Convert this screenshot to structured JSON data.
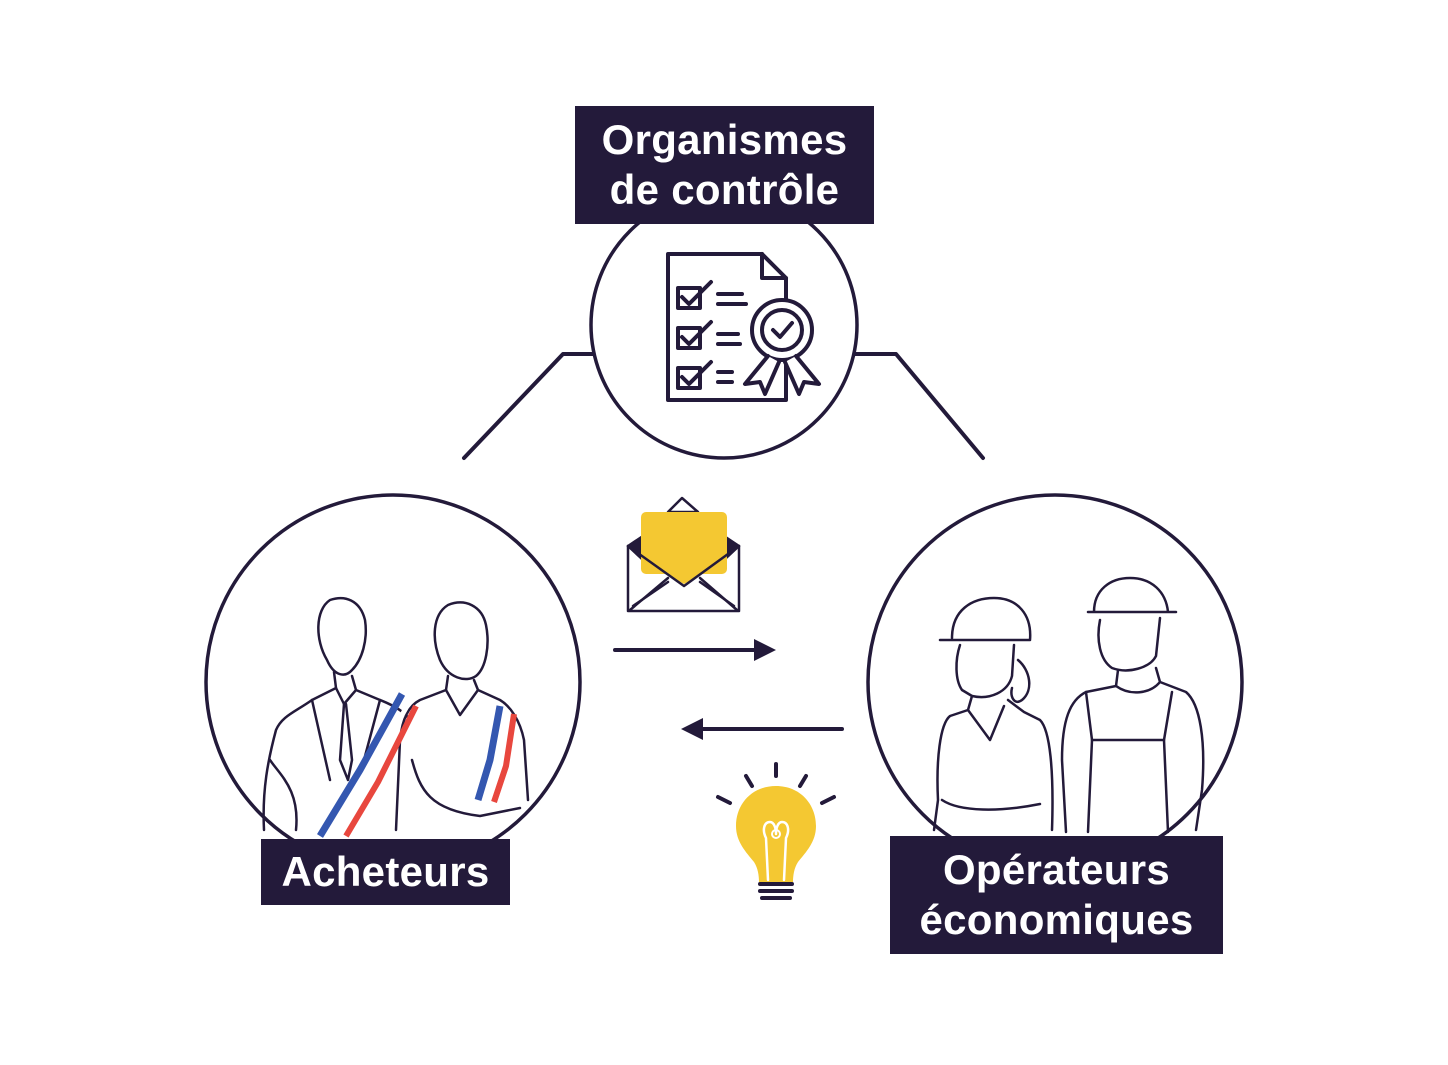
{
  "diagram": {
    "type": "stakeholder-relationship",
    "nodes": [
      {
        "id": "organismes",
        "label_lines": [
          "Organismes",
          "de contrôle"
        ],
        "icon": "certified-checklist-icon",
        "position": "top"
      },
      {
        "id": "acheteurs",
        "label_lines": [
          "Acheteurs"
        ],
        "icon": "officials-with-tricolor-sashes-illustration",
        "position": "bottom-left"
      },
      {
        "id": "operateurs",
        "label_lines": [
          "Opérateurs",
          "économiques"
        ],
        "icon": "workers-with-hard-hats-illustration",
        "position": "bottom-right"
      }
    ],
    "edges": [
      {
        "from": "organismes",
        "to": "acheteurs",
        "style": "connector-line"
      },
      {
        "from": "organismes",
        "to": "operateurs",
        "style": "connector-line"
      },
      {
        "from": "acheteurs",
        "to": "operateurs",
        "style": "arrow",
        "icon": "open-envelope-icon"
      },
      {
        "from": "operateurs",
        "to": "acheteurs",
        "style": "arrow",
        "icon": "lightbulb-icon"
      }
    ]
  },
  "colors": {
    "ink": "#231a3a",
    "label_bg": "#231a3a",
    "label_text": "#ffffff",
    "accent_yellow": "#f4c832",
    "sash_blue": "#3457b0",
    "sash_red": "#e8473e",
    "background": "#ffffff"
  }
}
